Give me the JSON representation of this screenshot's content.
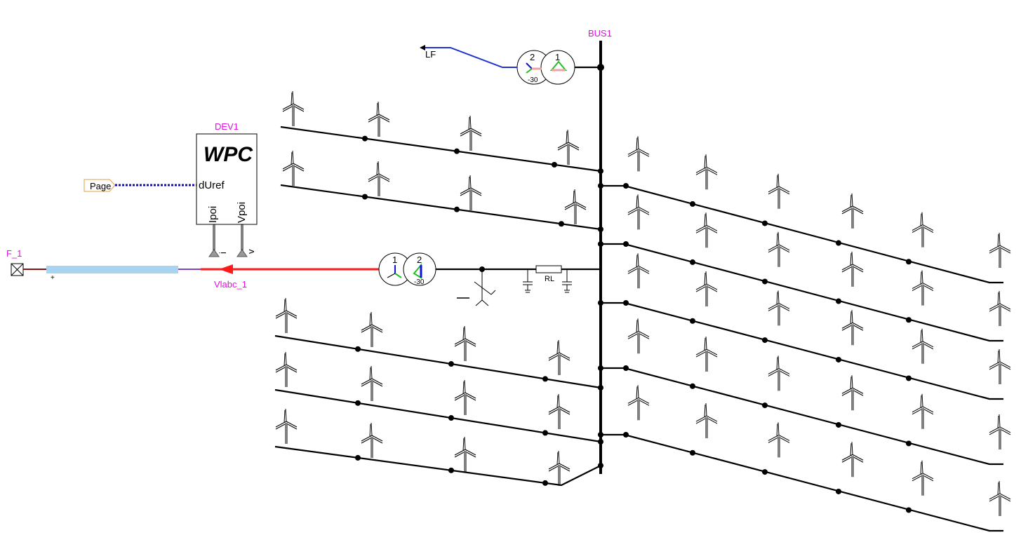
{
  "labels": {
    "bus": "BUS1",
    "lf": "LF",
    "device": "DEV1",
    "wpc_title": "WPC",
    "duref": "dUref",
    "ipoi": "Ipoi",
    "vpoi": "Vpoi",
    "i_meter": "i",
    "v_meter": "v",
    "page": "Page",
    "fault": "F_1",
    "vlabc": "Vlabc_1",
    "rl": "RL",
    "plus": "+"
  },
  "transformers": {
    "top": {
      "winding_a": "2",
      "winding_b": "1",
      "phase": "-30"
    },
    "mid": {
      "winding_a": "1",
      "winding_b": "2",
      "phase": "-30"
    }
  },
  "colors": {
    "label": "#e010e0",
    "lf_wire": "#1f2fd0",
    "feed_wire": "#ff1a1a",
    "cable_fill": "#a8d4f2",
    "fault_wire": "#8b1010",
    "page_border": "#e0a040",
    "transformer_delta": "#f0a0a0",
    "winding_green": "#20c020",
    "winding_blue": "#1010e0"
  },
  "icons": [
    "wind-turbine-icon",
    "transformer-icon",
    "fault-icon",
    "capacitor-icon",
    "ground-icon",
    "resistor-icon"
  ]
}
